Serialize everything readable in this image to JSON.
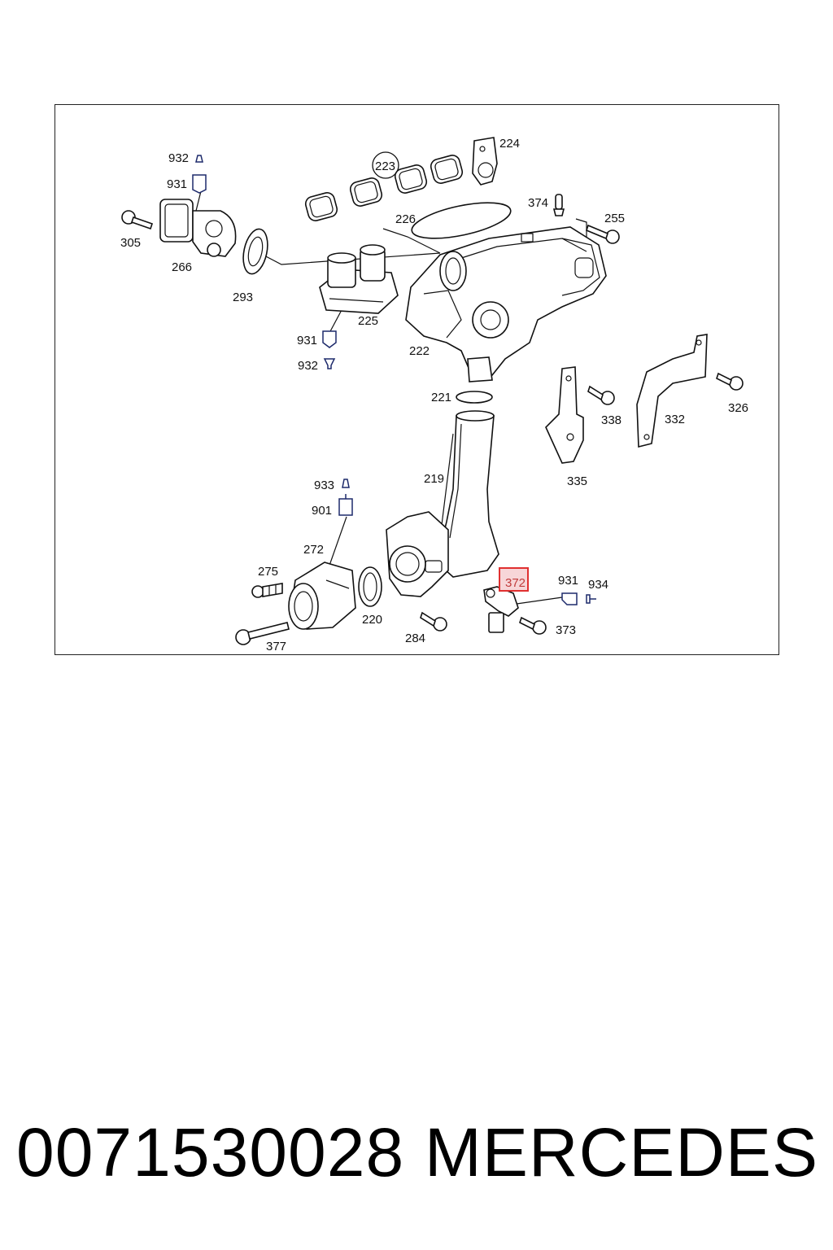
{
  "diagram": {
    "callouts": {
      "c932a": "932",
      "c931a": "931",
      "c305": "305",
      "c266": "266",
      "c293": "293",
      "c223": "223",
      "c224": "224",
      "c226": "226",
      "c374": "374",
      "c255": "255",
      "c225": "225",
      "c931b": "931",
      "c932b": "932",
      "c222": "222",
      "c221": "221",
      "c338": "338",
      "c332": "332",
      "c326": "326",
      "c335": "335",
      "c219": "219",
      "c933": "933",
      "c901": "901",
      "c272": "272",
      "c275": "275",
      "c220": "220",
      "c284": "284",
      "c377": "377",
      "c372": "372",
      "c931c": "931",
      "c934": "934",
      "c373": "373"
    },
    "highlight_color": "#e03030",
    "connector_color": "#1d2a6b"
  },
  "footer": {
    "part_number": "0071530028",
    "brand": "MERCEDES"
  }
}
